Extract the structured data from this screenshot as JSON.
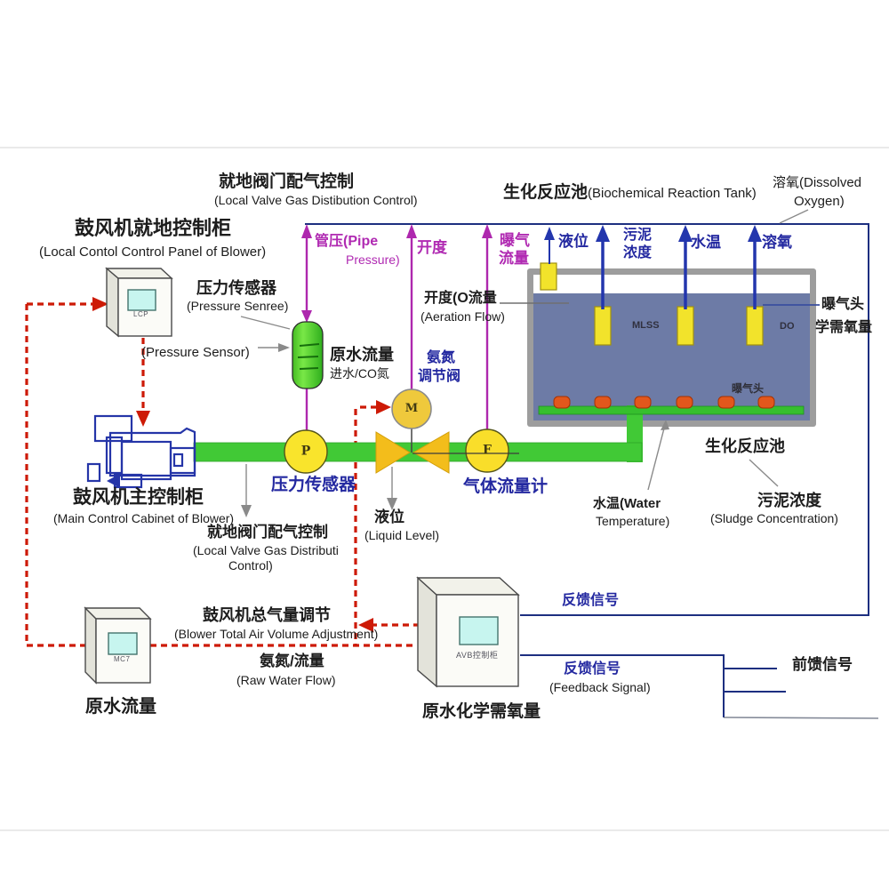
{
  "colors": {
    "signal_magenta": "#b02ab2",
    "label_navy": "#2328a0",
    "bus_navy": "#1d2f80",
    "control_red": "#cd1a06",
    "pipe_green": "#41c936",
    "water_blue": "#6d7ba6",
    "tank_gray": "#9d9d9d",
    "device_yellow": "#f9e42c",
    "diffuser_orange": "#e2571c",
    "screen_cyan": "#c7f5ef"
  },
  "header": {
    "local_panel_cn": "鼓风机就地控制柜",
    "local_panel_en": "(Local Contol Control Panel of Blower)",
    "local_valve_cn": "就地阀门配气控制",
    "local_valve_en": "(Local Valve Gas Distibution Control)",
    "tank_cn": "生化反应池",
    "tank_en": "(Biochemical Reaction Tank)",
    "do_line1": "溶氧(Dissolved",
    "do_line2": "Oxygen)"
  },
  "top_signals": {
    "pipe_pressure_1": "管压(Pipe",
    "pipe_pressure_2": "Pressure)",
    "opening": "开度",
    "aeration_1": "曝气",
    "aeration_2": "流量",
    "liquid_level": "液位",
    "sludge_1": "污泥",
    "sludge_2": "浓度",
    "water_temp": "水温",
    "dissolved_oxygen": "溶氧"
  },
  "pressure_sensor": {
    "cn": "压力传感器",
    "en_top": "(Pressure Senree)",
    "en_side": "(Pressure Sensor)"
  },
  "raw_water": {
    "cn": "原水流量",
    "sub": "进水/CO氮"
  },
  "aeration_flow": {
    "cn": "开度(O流量",
    "en": "(Aeration Flow)"
  },
  "ammonia_valve": {
    "cn_1": "氨氮",
    "cn_2": "调节阀",
    "letter": "M"
  },
  "tank": {
    "mlss": "MLSS",
    "do": "DO",
    "diffuser_cn": "曝气头",
    "right_1": "曝气头",
    "right_2": "学需氧量"
  },
  "pipeline": {
    "p": "P",
    "f": "F",
    "pressure_cn": "压力传感器",
    "flow_meter_cn": "气体流量计"
  },
  "main_cabinet": {
    "cn": "鼓风机主控制柜",
    "en": "(Main Control Cabinet of Blower)"
  },
  "local_valve_2": {
    "cn": "就地阀门配气控制",
    "en_1": "(Local Valve Gas Distributi",
    "en_2": "Control)"
  },
  "liquid_level_2": {
    "cn": "液位",
    "en": "(Liquid Level)"
  },
  "tank_notes": {
    "cn": "生化反应池",
    "temp_1": "水温(Water",
    "temp_2": "Temperature)",
    "sludge_cn": "污泥浓度",
    "sludge_en": "(Sludge Concentration)"
  },
  "bottom": {
    "blower_total_cn": "鼓风机总气量调节",
    "blower_total_en": "(Blower Total Air Volume Adjustment)",
    "ammonia_flow_cn": "氨氮/流量",
    "ammonia_flow_en": "(Raw Water Flow)",
    "raw_flow_cabinet": "原水流量",
    "cod_cabinet": "原水化学需氧量",
    "feedback_1": "反馈信号",
    "feedback_2": "反馈信号",
    "feedback_en": "(Feedback Signal)",
    "feedforward": "前馈信号"
  },
  "devices": {
    "lcp": "LCP",
    "mc7": "MC7",
    "avb": "AVB控制柜"
  }
}
